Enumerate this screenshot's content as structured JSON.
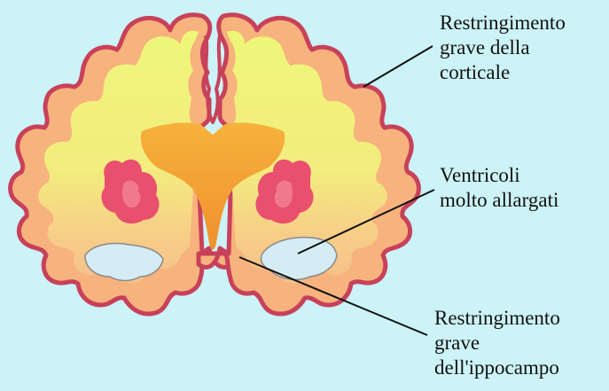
{
  "labels": {
    "cortex": [
      "Restringimento",
      "grave della",
      "corticale"
    ],
    "ventricles": [
      "Ventricoli",
      "molto allargati"
    ],
    "hippocampus": [
      "Restringimento",
      "grave",
      "dell'ippocampo"
    ]
  },
  "colors": {
    "background": "#ccf3f7",
    "cortex_outline": "#c8415a",
    "cortex_fill": "#f7b37d",
    "white_matter": "#ecf57b",
    "lower_matter": "#f6c886",
    "center_core": "#f2a43a",
    "deep_nuclei": "#e8506e",
    "ventricle_fill": "#d6ecf5",
    "leader_line": "#111111"
  }
}
